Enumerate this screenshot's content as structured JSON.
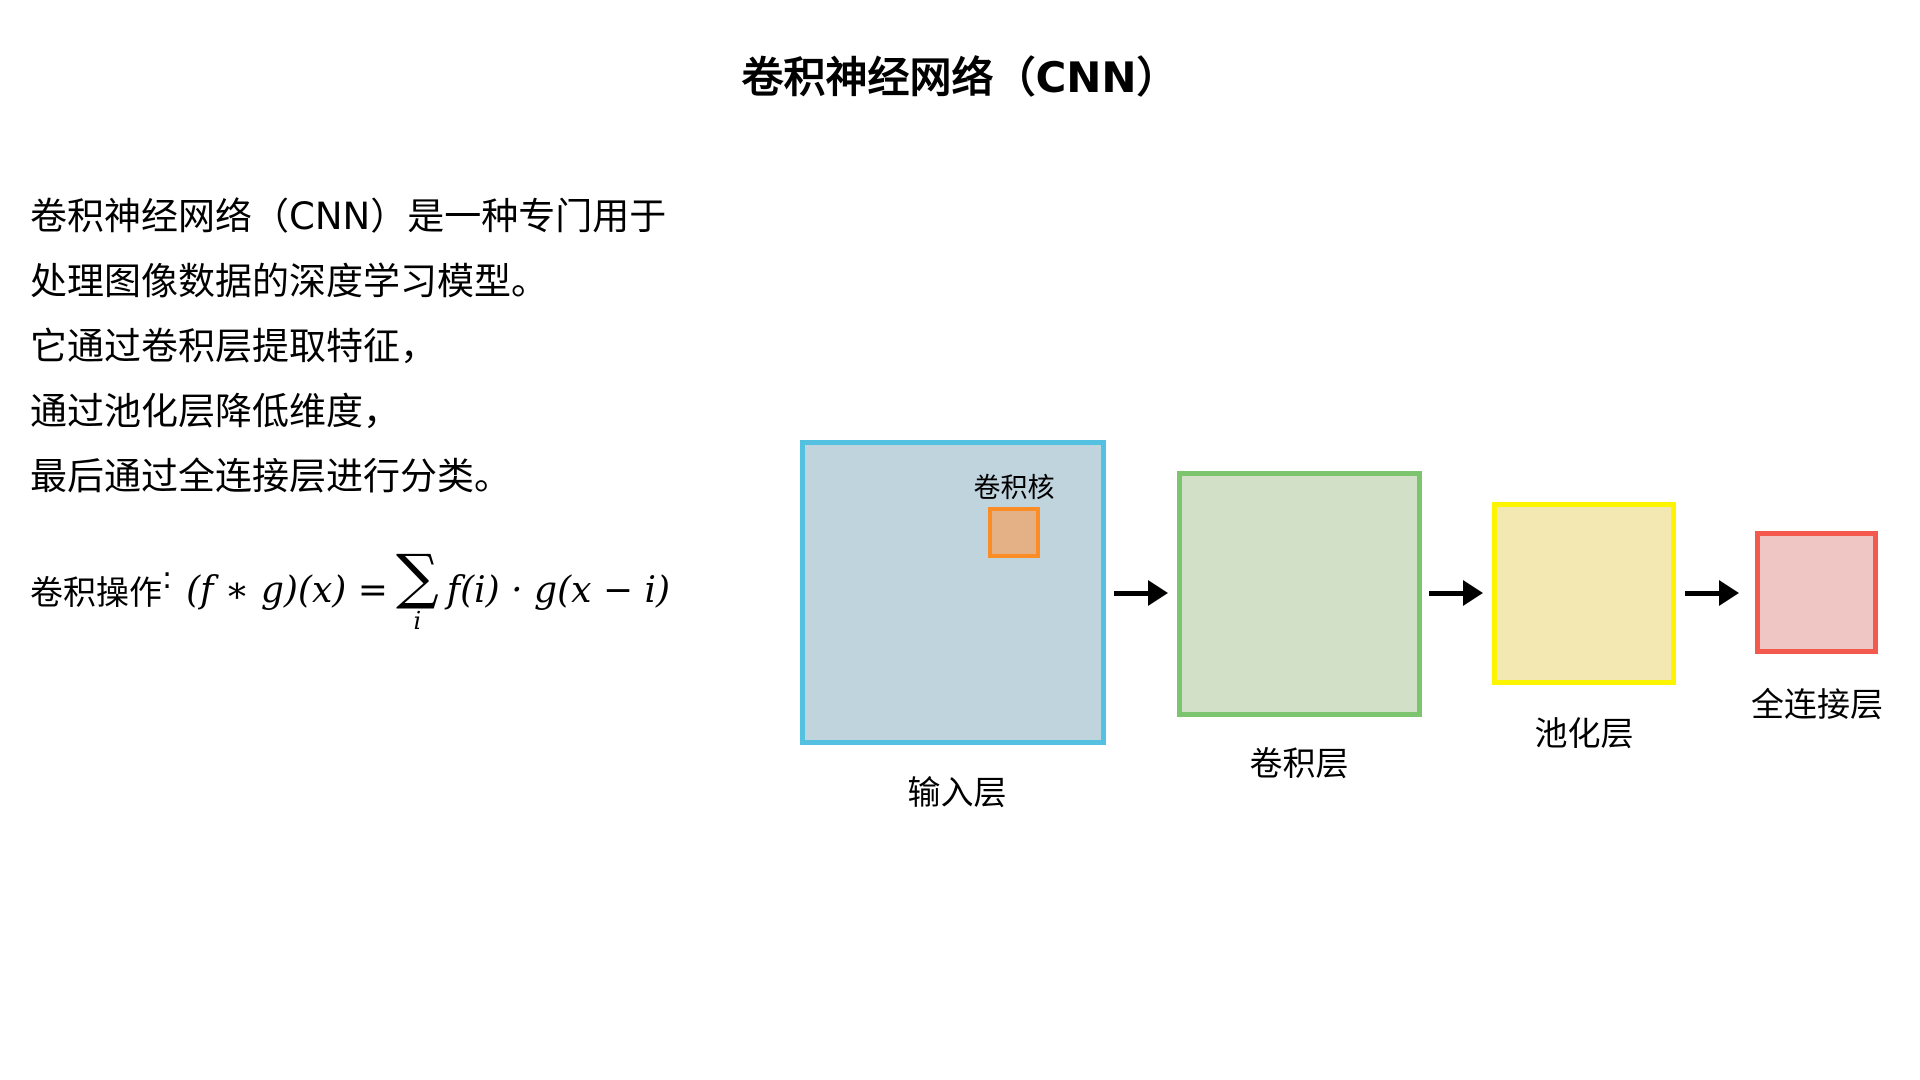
{
  "title": "卷积神经网络（CNN）",
  "description": {
    "lines": [
      "卷积神经网络（CNN）是一种专门用于",
      "处理图像数据的深度学习模型。",
      "它通过卷积层提取特征，",
      "通过池化层降低维度，",
      "最后通过全连接层进行分类。"
    ]
  },
  "formula": {
    "label": "卷积操作",
    "colon": ":",
    "lhs": "(f ∗ g)(x) =",
    "sum_symbol": "∑",
    "sum_subscript": "i",
    "rhs": "f(i) · g(x − i)"
  },
  "diagram": {
    "kernel": {
      "label": "卷积核",
      "fill": "#e3b185",
      "border": "#fb8c26"
    },
    "layers": [
      {
        "id": "input",
        "label": "输入层",
        "fill": "#c0d4de",
        "border": "#55c1e1"
      },
      {
        "id": "conv",
        "label": "卷积层",
        "fill": "#d2e0c7",
        "border": "#7dc46e"
      },
      {
        "id": "pool",
        "label": "池化层",
        "fill": "#f3e7b2",
        "border": "#fdf400"
      },
      {
        "id": "fc",
        "label": "全连接层",
        "fill": "#efc6c4",
        "border": "#f4594e"
      }
    ],
    "arrow_color": "#000000"
  },
  "background_color": "#ffffff",
  "text_color": "#000000"
}
